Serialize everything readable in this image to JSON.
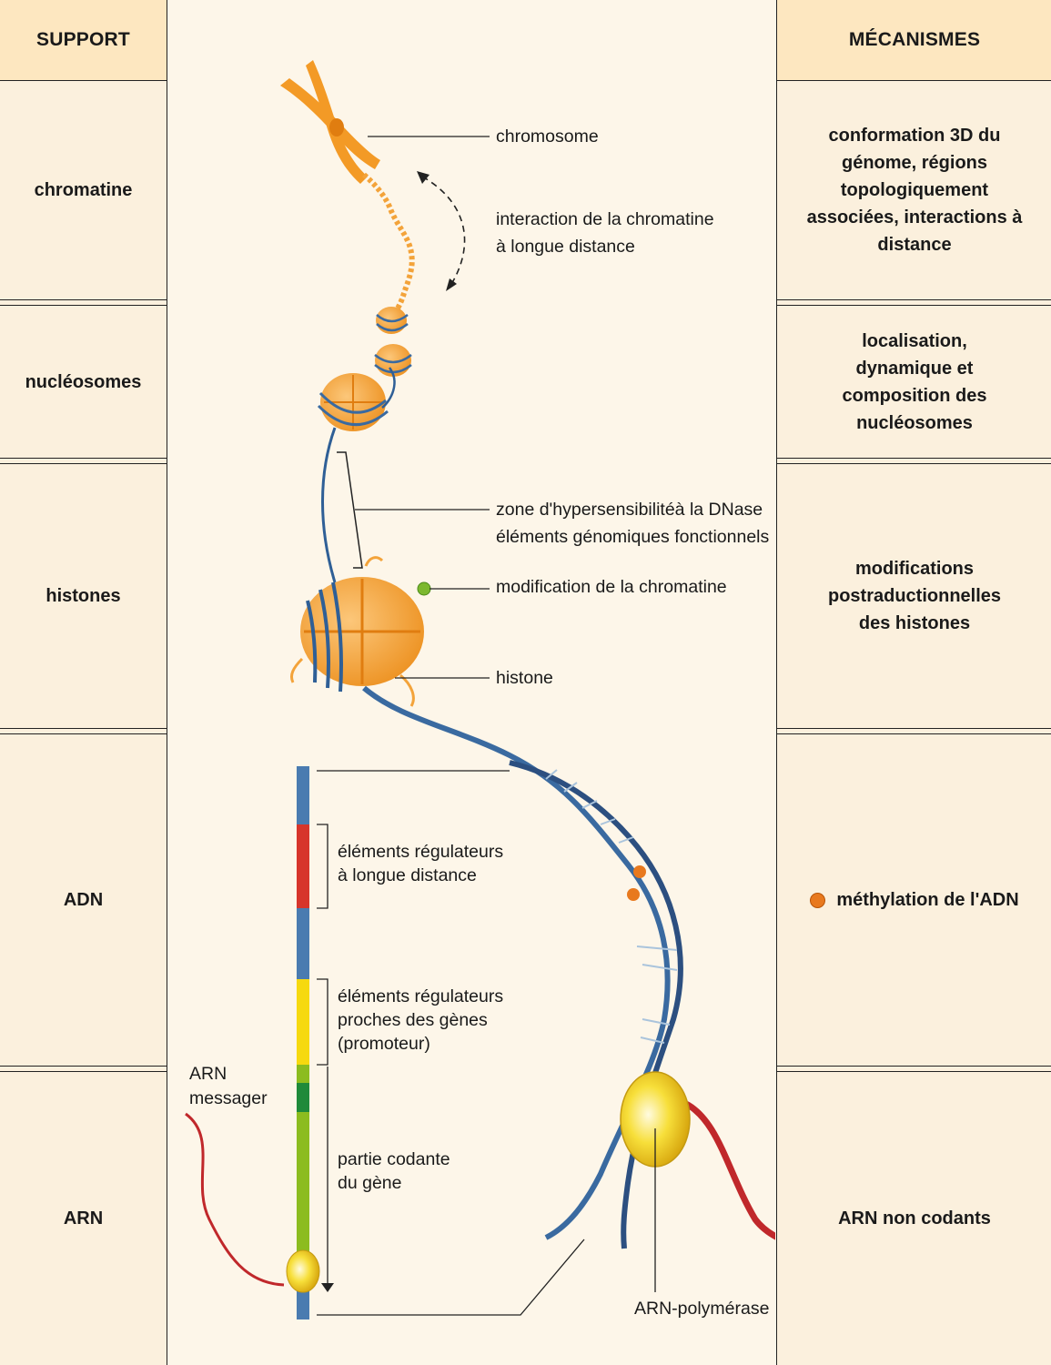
{
  "columns": {
    "support_header": "SUPPORT",
    "mechanisms_header": "MÉCANISMES"
  },
  "rows": [
    {
      "support": "chromatine",
      "mechanism": "conformation 3D du génome, régions topologiquement associées, interactions à distance"
    },
    {
      "support": "nucléosomes",
      "mechanism": "localisation, dynamique et composition des nucléosomes"
    },
    {
      "support": "histones",
      "mechanism": "modifications postraductionnelles des histones"
    },
    {
      "support": "ADN",
      "mechanism": "méthylation de l'ADN"
    },
    {
      "support": "ARN",
      "mechanism": "ARN non codants"
    }
  ],
  "labels": {
    "chromosome": "chromosome",
    "interaction_line1": "interaction de la chromatine",
    "interaction_line2": "à longue distance",
    "dnase_line1": "zone d'hypersensibilitéà la DNase",
    "dnase_line2": "éléments génomiques fonctionnels",
    "modification": "modification de la chromatine",
    "histone": "histone",
    "reg_long_line1": "éléments régulateurs",
    "reg_long_line2": "à longue distance",
    "reg_prox_line1": "éléments régulateurs",
    "reg_prox_line2": "proches des gènes",
    "reg_prox_line3": "(promoteur)",
    "coding_line1": "partie codante",
    "coding_line2": "du gène",
    "mrna_line1": "ARN",
    "mrna_line2": "messager",
    "polymerase": "ARN-polymérase"
  },
  "colors": {
    "dna_blue": "#4a7bb0",
    "histone_orange": "#f3a33a",
    "regulatory_red": "#d7352b",
    "promoter_yellow": "#f6d90f",
    "coding_green": "#8cbc1f",
    "exon_dark_green": "#1f8a3a",
    "rna_red": "#c0282b",
    "header_bg": "#fde7c0",
    "methyl_orange": "#e8791e"
  }
}
